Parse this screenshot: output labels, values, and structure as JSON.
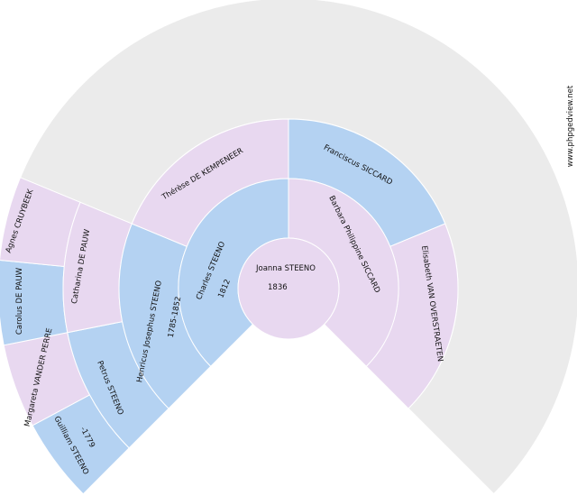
{
  "site": "www.phpgedview.net",
  "colors": {
    "male": "#b4d2f2",
    "female": "#e8d8f0",
    "empty": "#ebebeb"
  },
  "generations": {
    "root": {
      "name": "Joanna STEENO",
      "years": "1836",
      "sex": "F"
    },
    "g1": [
      {
        "name": "Charles STEENO",
        "years": "1812",
        "sex": "M"
      },
      {
        "name": "Barbara Philippine SICCARD",
        "years": "",
        "sex": "F"
      }
    ],
    "g2": [
      {
        "name": "Henricus Josephus STEENO",
        "years": "1785-1852",
        "sex": "M"
      },
      {
        "name": "Thérèse DE KEMPENEER",
        "years": "",
        "sex": "F"
      },
      {
        "name": "Franciscus SICCARD",
        "years": "",
        "sex": "M"
      },
      {
        "name": "Elisabeth VAN OVERSTRAETEN",
        "years": "",
        "sex": "F"
      }
    ],
    "g3": [
      {
        "name": "Petrus STEENO",
        "years": "",
        "sex": "M"
      },
      {
        "name": "Catharina DE PAUW",
        "years": "",
        "sex": "F"
      }
    ],
    "g4": [
      {
        "name": "Guilliam STEENO",
        "years": "-1779",
        "sex": "M"
      },
      {
        "name": "Margareta VANDER PERRE",
        "years": "",
        "sex": "F"
      },
      {
        "name": "Carolus DE PAUW",
        "years": "",
        "sex": "M"
      },
      {
        "name": "Agnes CRUYBEEK",
        "years": "",
        "sex": "F"
      }
    ]
  }
}
